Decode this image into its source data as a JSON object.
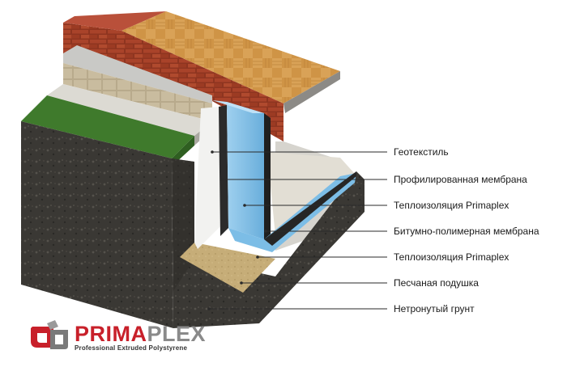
{
  "labels": [
    "Геотекстиль",
    "Профилированная мембрана",
    "Теплоизоляция Primaplex",
    "Битумно-полимерная мембрана",
    "Теплоизоляция Primaplex",
    "Песчаная подушка",
    "Нетронутый грунт"
  ],
  "logo": {
    "word_part1": "PRIMA",
    "word_part2": "PLEX",
    "tagline": "Professional Extruded Polystyrene"
  },
  "colors": {
    "brand_red": "#c8202a",
    "brand_gray": "#8a8a8a",
    "insulation_blue": "#7cbde6",
    "soil": "#3c3a36",
    "grass": "#3f7a2c",
    "brick": "#9a3a22",
    "parquet": "#d49a4a",
    "sand": "#c8b07a"
  }
}
